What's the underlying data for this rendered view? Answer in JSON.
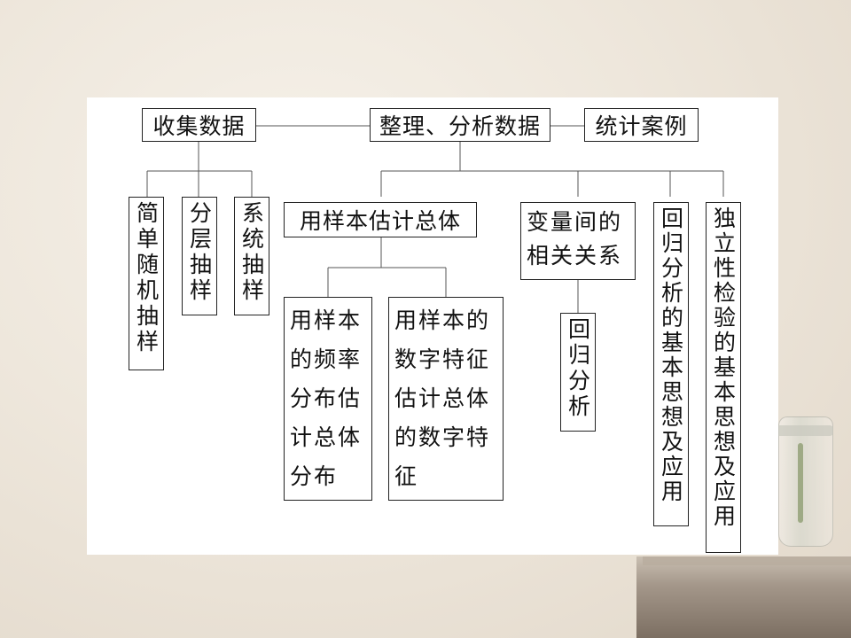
{
  "nodes": {
    "collect": "收集数据",
    "organize": "整理、分析数据",
    "cases": "统计案例",
    "simple_random": "简单随机抽样",
    "stratified": "分层抽样",
    "systematic": "系统抽样",
    "sample_estimate": "用样本估计总体",
    "variable_relation": "变量间的相关关系",
    "freq_distribution": "用样本的频率分布估计总体分布",
    "numeric_features": "用样本的数字特征估计总体的数字特征",
    "regression": "回归分析",
    "regression_basic": "回归分析的基本思想及应用",
    "independence_basic": "独立性检验的基本思想及应用"
  }
}
